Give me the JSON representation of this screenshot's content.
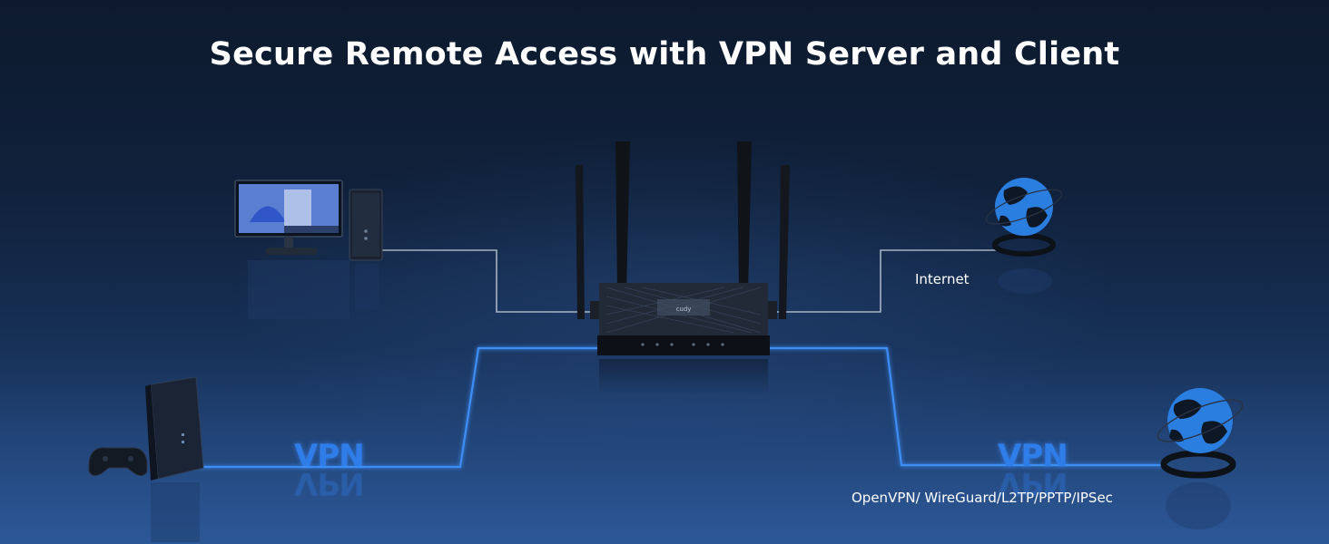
{
  "title": "Secure Remote Access with VPN Server and Client",
  "labels": {
    "internet": "Internet",
    "vpn_left": "VPN",
    "vpn_right": "VPN",
    "protocols": "OpenVPN/ WireGuard/L2TP/PPTP/IPSec"
  },
  "router_brand": "cudy",
  "colors": {
    "background_top": "#0d1a2e",
    "background_bottom": "#27508d",
    "vpn_line": "#3d8df5",
    "wired_line": "#c9d3e0",
    "vpn_text": "#2f7de8"
  },
  "icons": [
    "desktop-pc-icon",
    "router-icon",
    "globe-icon",
    "nas-server-icon",
    "game-controller-icon"
  ]
}
